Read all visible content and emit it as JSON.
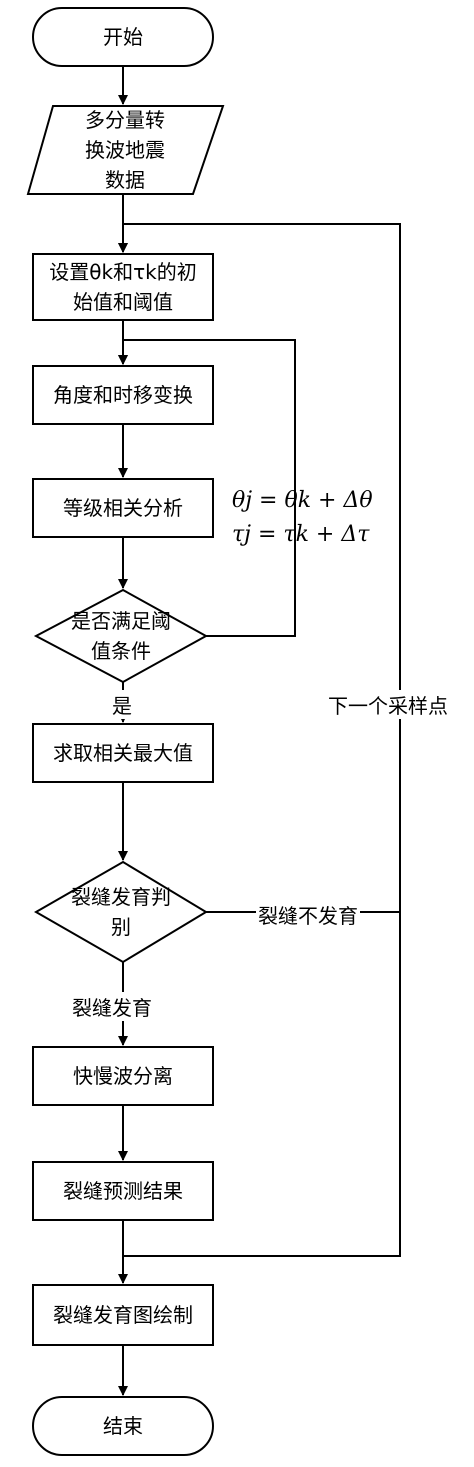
{
  "nodes": {
    "start": "开始",
    "input": "多分量转\n换波地震\n数据",
    "set_init": "设置θk和τk的初\n始值和阈值",
    "transform": "角度和时移变换",
    "rank_corr": "等级相关分析",
    "threshold_check": "是否满足阈\n值条件",
    "max_corr": "求取相关最大值",
    "fracture_judge": "裂缝发育判\n别",
    "wave_sep": "快慢波分离",
    "predict_result": "裂缝预测结果",
    "map_draw": "裂缝发育图绘制",
    "end": "结束"
  },
  "edges": {
    "yes": "是",
    "fracture_developed": "裂缝发育",
    "fracture_not_developed": "裂缝不发育",
    "next_sample": "下一个采样点"
  },
  "formula": {
    "theta_j": "θj = θk + Δθ",
    "tau_j": "τj = τk + Δτ"
  }
}
